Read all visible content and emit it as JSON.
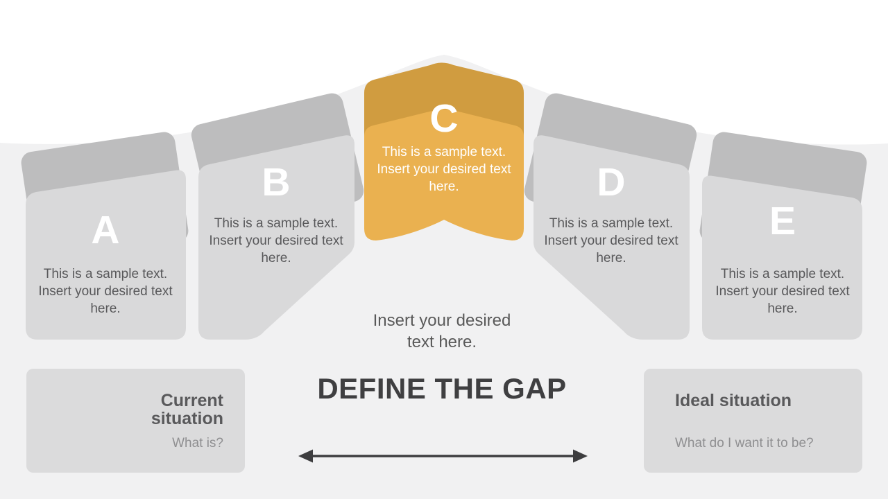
{
  "slide": {
    "title": "DEFINE THE GAP",
    "center_placeholder": "Insert your desired text here.",
    "banners": [
      {
        "letter": "A",
        "body": "This is a sample text. Insert your desired text here.",
        "highlighted": false
      },
      {
        "letter": "B",
        "body": "This is a sample text. Insert your desired text here.",
        "highlighted": false
      },
      {
        "letter": "C",
        "body": "This is a sample text. Insert your desired text here.",
        "highlighted": true
      },
      {
        "letter": "D",
        "body": "This is a sample text. Insert your desired text here.",
        "highlighted": false
      },
      {
        "letter": "E",
        "body": "This is a sample text. Insert your desired text here.",
        "highlighted": false
      }
    ],
    "left_box": {
      "heading": "Current situation",
      "caption": "What is?"
    },
    "right_box": {
      "heading": "Ideal situation",
      "caption": "What do I want it to be?"
    },
    "icons": {
      "gap_arrow": "left-right-double-arrow"
    },
    "colors": {
      "background_top": "#ffffff",
      "background_hill": "#f1f1f2",
      "card_front": "#d9d9da",
      "card_back": "#bdbdbe",
      "accent_front": "#eab150",
      "accent_back": "#d09c40",
      "box_fill": "#dbdbdc",
      "title_text": "#3f3f41",
      "body_text": "#58585a",
      "muted_text": "#8f8f91"
    }
  }
}
